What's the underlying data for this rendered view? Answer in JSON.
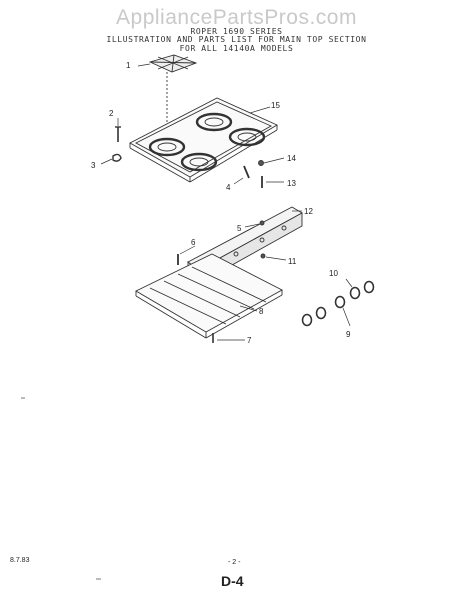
{
  "watermark": "AppliancePartsPros.com",
  "header": {
    "line1": "ROPER 1690 SERIES",
    "line2": "ILLUSTRATION AND PARTS LIST FOR MAIN TOP SECTION",
    "line3": "FOR ALL 14140A MODELS"
  },
  "callouts": [
    "1",
    "2",
    "3",
    "4",
    "5",
    "6",
    "7",
    "8",
    "9",
    "10",
    "11",
    "12",
    "13",
    "14",
    "15"
  ],
  "footer": {
    "date": "8.7.83",
    "page": "- 2 -",
    "code": "D-4"
  }
}
